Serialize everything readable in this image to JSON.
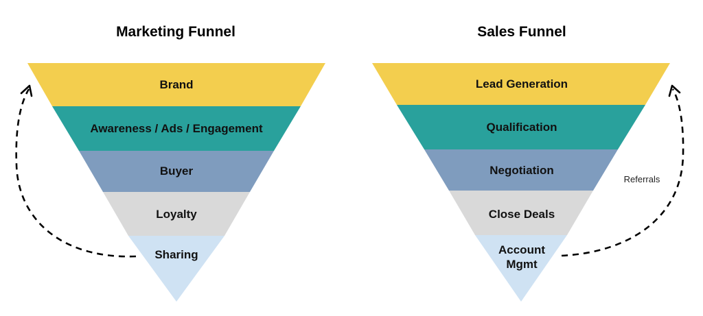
{
  "colors": {
    "tier1": "#F3CE4E",
    "tier2": "#29A19C",
    "tier3": "#7F9CBE",
    "tier4": "#D9D9D9",
    "tier5": "#CFE2F3"
  },
  "marketing": {
    "title": "Marketing Funnel",
    "tiers": [
      {
        "label": "Brand",
        "color_key": "tier1"
      },
      {
        "label": "Awareness / Ads / Engagement",
        "color_key": "tier2"
      },
      {
        "label": "Buyer",
        "color_key": "tier3"
      },
      {
        "label": "Loyalty",
        "color_key": "tier4"
      },
      {
        "label": "Sharing",
        "color_key": "tier5"
      }
    ]
  },
  "sales": {
    "title": "Sales Funnel",
    "tiers": [
      {
        "label": "Lead Generation",
        "color_key": "tier1"
      },
      {
        "label": "Qualification",
        "color_key": "tier2"
      },
      {
        "label": "Negotiation",
        "color_key": "tier3"
      },
      {
        "label": "Close Deals",
        "color_key": "tier4"
      },
      {
        "label": [
          "Account",
          "Mgmt"
        ],
        "color_key": "tier5"
      }
    ],
    "loop_label": "Referrals"
  }
}
